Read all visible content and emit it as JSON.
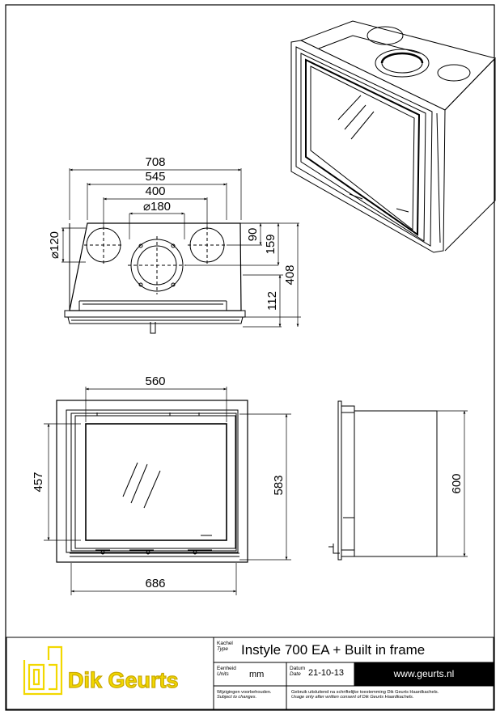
{
  "dimensions": {
    "front_width_overall": "708",
    "front_width_inner": "545",
    "hole_spacing": "400",
    "center_hole_diameter": "⌀180",
    "side_hole_diameter": "⌀120",
    "hole_offset_90": "90",
    "hole_offset_159": "159",
    "height_408": "408",
    "height_112": "112",
    "front_glass_width": "560",
    "front_glass_height": "457",
    "front_height": "583",
    "front_bottom_width": "686",
    "side_height": "600"
  },
  "title_block": {
    "logo_text": "Dik Geurts",
    "type_label_nl": "Kachel",
    "type_label_en": "Type",
    "type_value": "Instyle 700 EA + Built in frame",
    "units_label_nl": "Eenheid",
    "units_label_en": "Units",
    "units_value": "mm",
    "date_label_nl": "Datum",
    "date_label_en": "Date",
    "date_value": "21-10-13",
    "website": "www.geurts.nl",
    "changes_nl": "Wijzigingen voorbehouden.",
    "changes_en": "Subject to changes.",
    "usage_nl": "Gebruik uitsluitend na schriftelijke toestemming Dik Geurts Haardkachels.",
    "usage_en": "Usage only after written consent of Dik Geurts Haardkachels."
  },
  "colors": {
    "logo_yellow": "#f2d800",
    "website_bg": "#000000",
    "website_text": "#ffffff"
  }
}
